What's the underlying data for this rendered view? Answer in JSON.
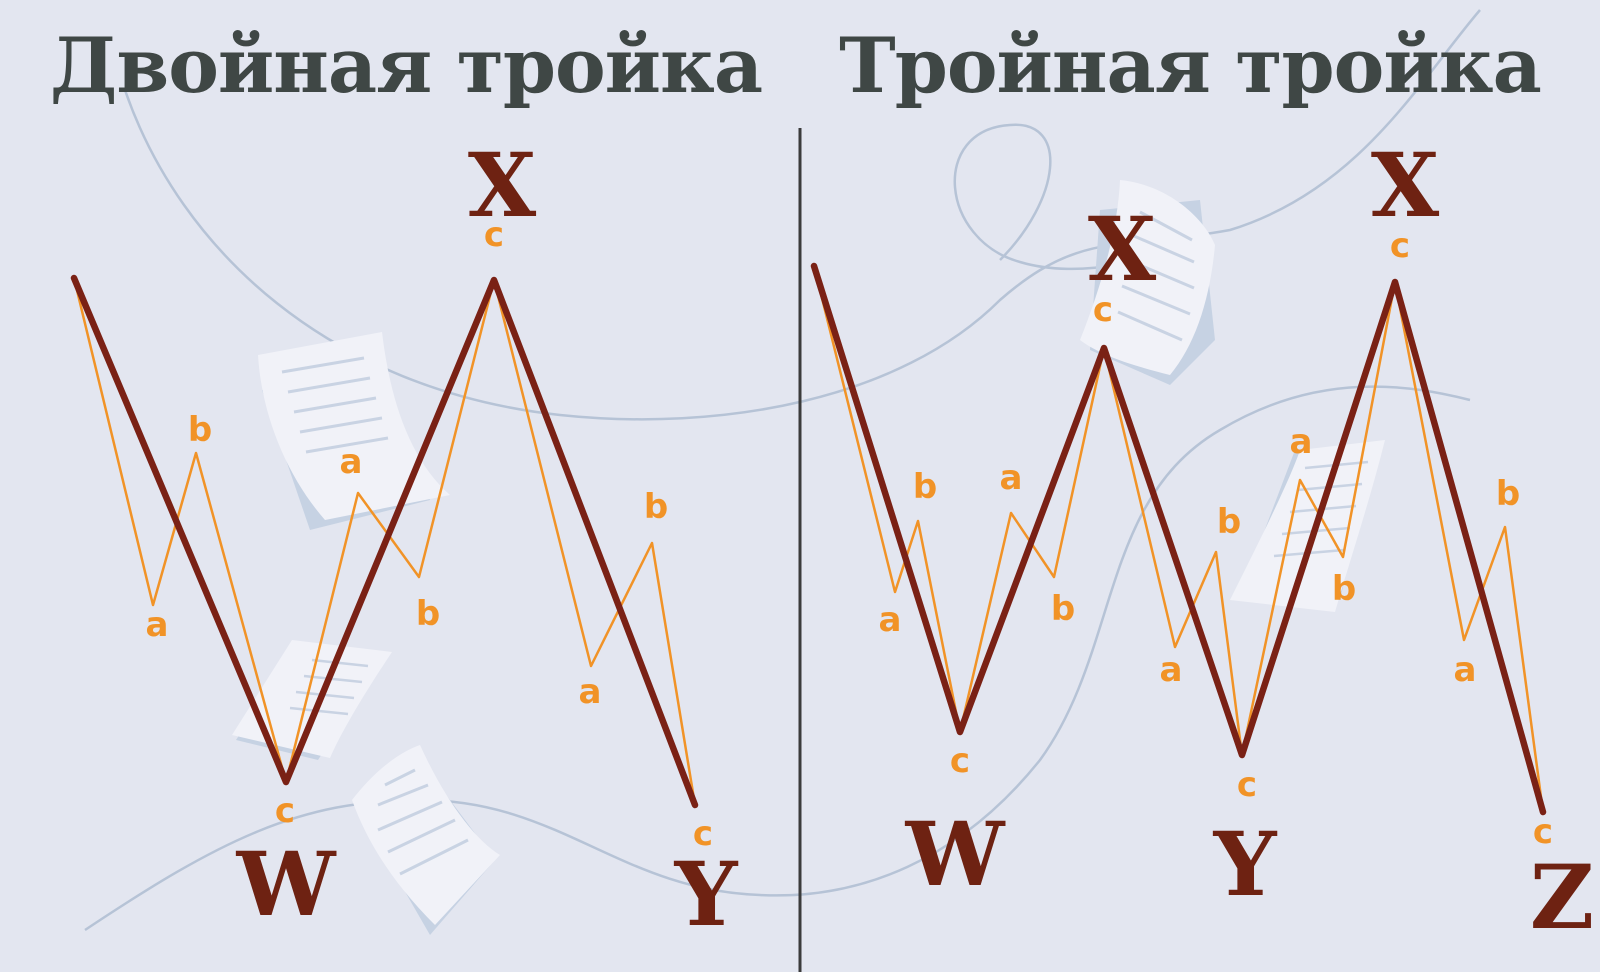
{
  "colors": {
    "background": "#e3e6f0",
    "title": "#3f4745",
    "major_wave": "#7a2115",
    "minor_wave": "#f19327",
    "point_label": "#6e2212",
    "decor": "#b6c3d6",
    "paper": "#f1f2f8",
    "divider": "#3b3b3b"
  },
  "panels": [
    {
      "title": "Двойная тройка",
      "major_labels": [
        "X",
        "W",
        "Y"
      ],
      "minor_labels": [
        "b",
        "a",
        "c",
        "a",
        "b",
        "c",
        "b",
        "a",
        "c"
      ]
    },
    {
      "title": "Тройная тройка",
      "major_labels": [
        "X",
        "X",
        "W",
        "Y",
        "Z"
      ],
      "minor_labels": [
        "b",
        "a",
        "c",
        "a",
        "b",
        "c",
        "b",
        "a",
        "c",
        "a",
        "b",
        "c",
        "b",
        "a",
        "c"
      ]
    }
  ],
  "icons": [
    "document-icon"
  ]
}
